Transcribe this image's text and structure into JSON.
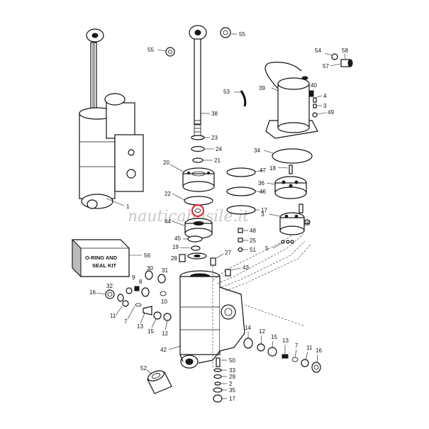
{
  "watermark": "nauticabasile.it",
  "kit_label": {
    "line1": "O-RING AND",
    "line2": "SEAL KIT",
    "number": "56"
  },
  "colors": {
    "ink": "#111111",
    "highlight": "#e02020",
    "watermark": "#c9c9c9"
  },
  "callouts": {
    "c1": "1",
    "c55a": "55",
    "c55b": "55",
    "c54": "54",
    "c58": "58",
    "c57": "57",
    "c53": "53",
    "c39": "39",
    "c40": "40",
    "c4": "4",
    "c3": "3",
    "c49": "49",
    "c38": "38",
    "c23": "23",
    "c24": "24",
    "c21": "21",
    "c20": "20",
    "c34": "34",
    "c18": "18",
    "c47": "47",
    "c36": "36",
    "c46": "46",
    "c22": "22",
    "c17a": "17",
    "c3b": "3",
    "c26": "26",
    "c44": "44",
    "c48": "48",
    "c25": "25",
    "c51": "51",
    "c45": "45",
    "c19": "19",
    "c5": "5",
    "c27": "27",
    "c28": "28",
    "c43": "43",
    "c30": "30",
    "c31": "31",
    "c9": "9",
    "c8": "8",
    "c32": "32",
    "c16a": "16",
    "c10": "10",
    "c11a": "11",
    "c7a": "7",
    "c13a": "13",
    "c15a": "15",
    "c12a": "12",
    "c14": "14",
    "c12b": "12",
    "c15b": "15",
    "c13b": "13",
    "c7b": "7",
    "c11b": "11",
    "c16b": "16",
    "c42": "42",
    "c50": "50",
    "c33": "33",
    "c29": "29",
    "c2": "2",
    "c35": "35",
    "c17b": "17",
    "c52": "52"
  }
}
